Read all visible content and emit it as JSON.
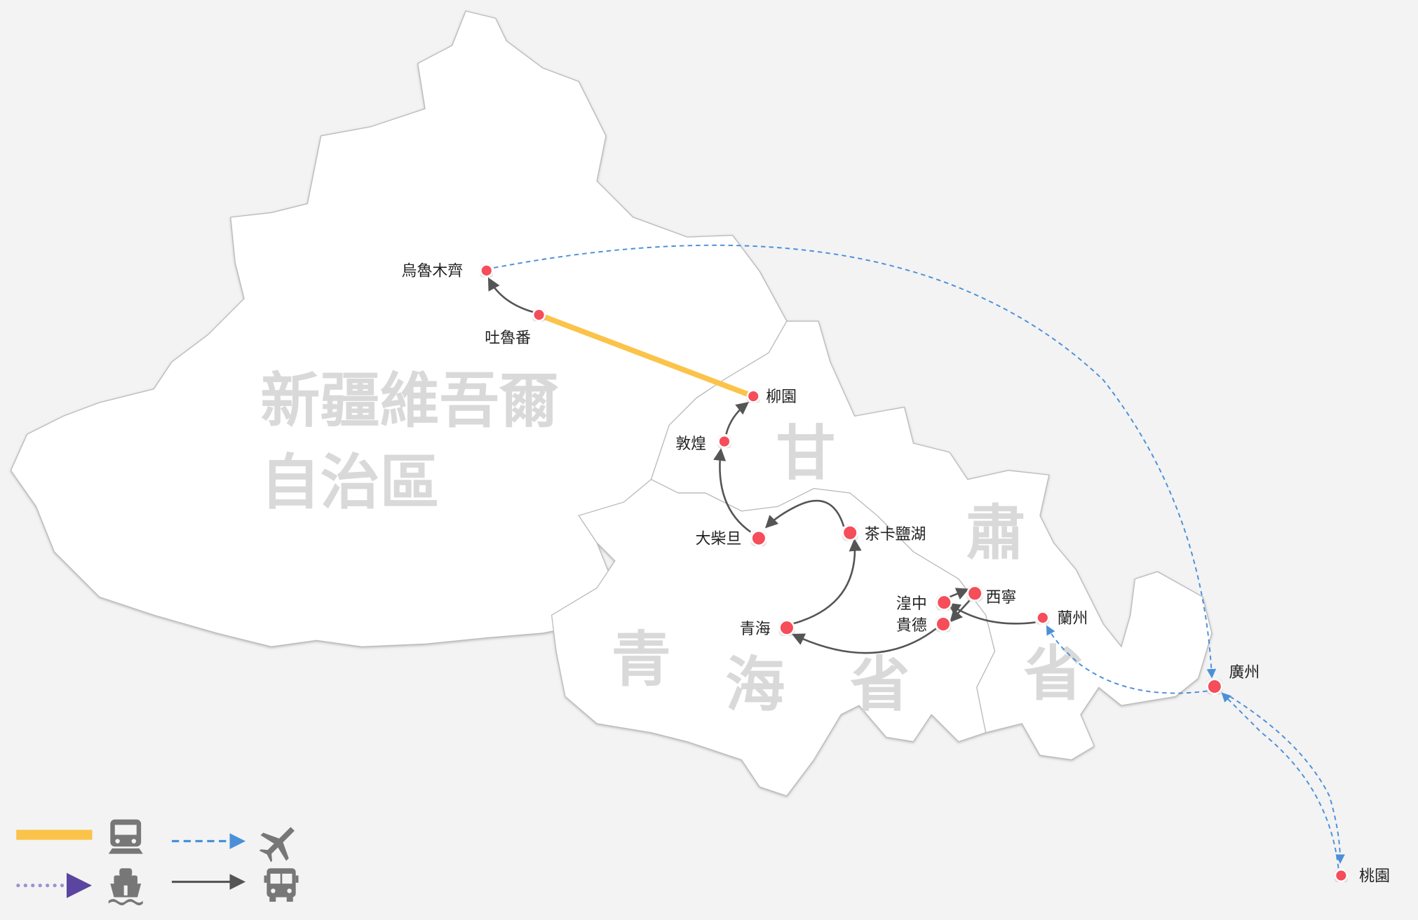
{
  "regions": [
    {
      "name": "新疆維吾爾",
      "name2": "自治區"
    },
    {
      "name": "甘",
      "name2": "肅"
    },
    {
      "name": "青",
      "name2": "海",
      "name3": "省",
      "name4": "省"
    }
  ],
  "cities": [
    "烏魯木齊",
    "吐魯番",
    "柳園",
    "敦煌",
    "大柴旦",
    "茶卡鹽湖",
    "青海",
    "湟中",
    "西寧",
    "貴德",
    "蘭州",
    "廣州",
    "桃園"
  ],
  "legend": {
    "train": "train-icon",
    "flight": "airplane-icon",
    "ship": "ship-icon",
    "bus": "bus-icon"
  },
  "colors": {
    "train": "#fbc34a",
    "flight": "#4a90d9",
    "ship": "#6a55b0",
    "bus": "#555555",
    "city": "#f54d5a"
  }
}
